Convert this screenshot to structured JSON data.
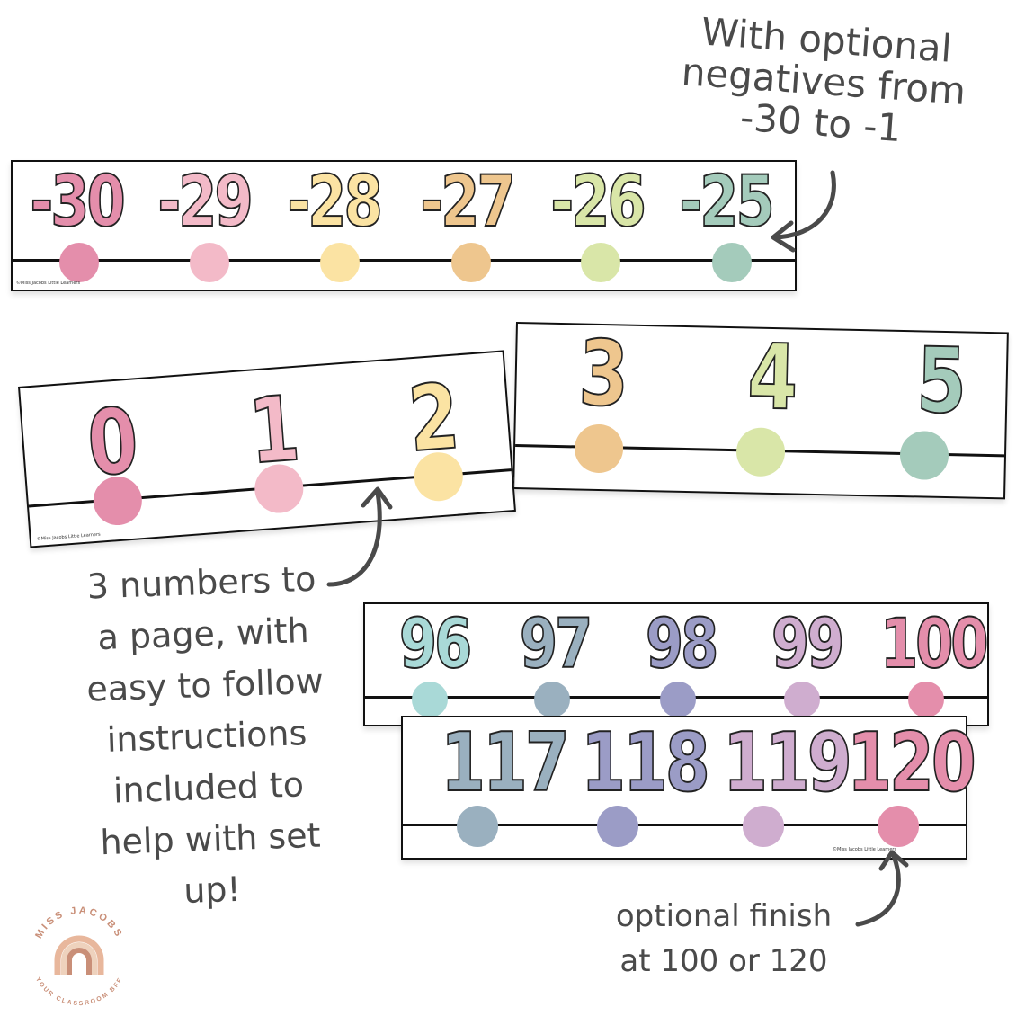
{
  "colors": {
    "ink": "#4a4a4a",
    "pink_dark": "#e48eab",
    "pink": "#f3bac8",
    "yellow": "#fbe3a3",
    "orange": "#eec68e",
    "green": "#d9e6a8",
    "sage": "#a4cbbb",
    "aqua": "#a9d9d7",
    "steel": "#9ab0bf",
    "lavender": "#9b9cc6",
    "mauve": "#cfadcf"
  },
  "negatives": {
    "numbers": [
      "-30",
      "-29",
      "-28",
      "-27",
      "-26",
      "-25"
    ],
    "credit": "©Miss Jacobs Little Learners"
  },
  "zero_strip": {
    "numbers": [
      "0",
      "1",
      "2"
    ],
    "credit": "©Miss Jacobs Little Learners"
  },
  "three_strip": {
    "numbers": [
      "3",
      "4",
      "5"
    ]
  },
  "top_hundred": {
    "numbers": [
      "96",
      "97",
      "98",
      "99",
      "100"
    ]
  },
  "bottom_hundred": {
    "numbers": [
      "117",
      "118",
      "119",
      "120"
    ],
    "credit": "©Miss Jacobs Little Learners"
  },
  "callouts": {
    "negatives": [
      "With optional",
      "negatives from",
      "-30 to -1"
    ],
    "pages": [
      "3 numbers to",
      "a page, with",
      "easy to follow",
      "instructions",
      "included to",
      "help with set",
      "up!"
    ],
    "finish": [
      "optional finish",
      "at 100 or 120"
    ]
  },
  "logo": {
    "top": "MISS JACOBS",
    "bottom": "YOUR CLASSROOM BFF"
  }
}
